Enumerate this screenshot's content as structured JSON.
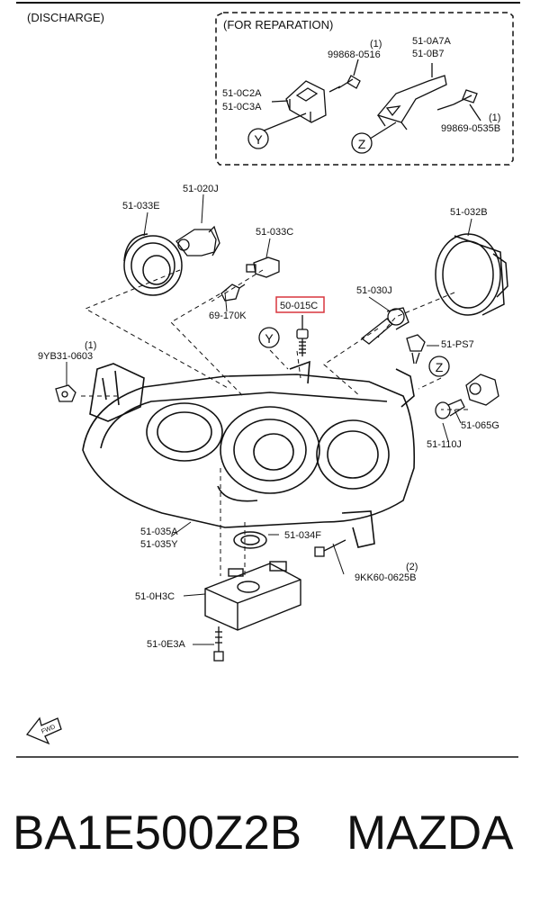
{
  "header": {
    "title": "(DISCHARGE)"
  },
  "reparation": {
    "title": "(FOR REPARATION)",
    "labels": {
      "qty_bolt_a": "(1)",
      "bolt_a": "99868-0516",
      "bracket_y_1": "51-0C2A",
      "bracket_y_2": "51-0C3A",
      "bracket_z_1": "51-0A7A",
      "bracket_z_2": "51-0B7",
      "qty_bolt_b": "(1)",
      "bolt_b": "99869-0535B"
    },
    "marker_y": "Y",
    "marker_z": "Z"
  },
  "parts": {
    "p020J": "51-020J",
    "p033E": "51-033E",
    "p033C": "51-033C",
    "p032B": "51-032B",
    "p170K": "69-170K",
    "p015C": "50-015C",
    "p030J": "51-030J",
    "qty_clip": "(1)",
    "clip": "9YB31-0603",
    "pPS7": "51-PS7",
    "p065G": "51-065G",
    "p110J": "51-110J",
    "p035A": "51-035A",
    "p035Y": "51-035Y",
    "p034F": "51-034F",
    "qty_bolt_c": "(2)",
    "bolt_c": "9KK60-0625B",
    "pOH3C": "51-0H3C",
    "pOE3A": "51-0E3A",
    "marker_y": "Y",
    "marker_z": "Z"
  },
  "highlight_color": "#d9363e",
  "fwd_icon_label": "FWD",
  "footer": {
    "part_number": "BA1E500Z2B",
    "brand": "MAZDA"
  }
}
